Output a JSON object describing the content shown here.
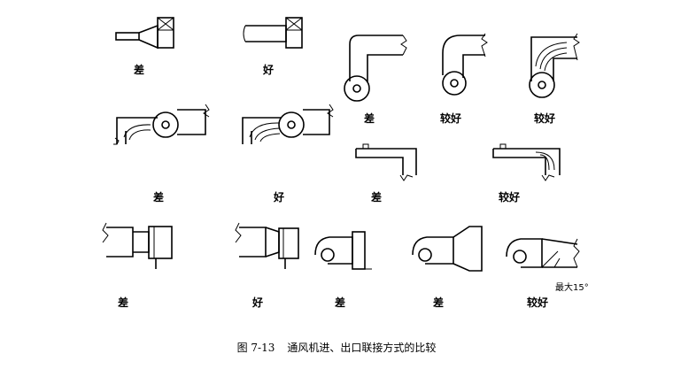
{
  "labels": {
    "a1": "差",
    "a2": "好",
    "b1": "差",
    "b2": "较好",
    "b3": "较好",
    "c1": "差",
    "c2": "好",
    "d1": "差",
    "d2": "较好",
    "e1": "差",
    "e2": "好",
    "e3": "差",
    "e4": "差",
    "e5": "较好"
  },
  "note": "最大15°",
  "caption": {
    "number": "图 7-13",
    "title": "通风机进、出口联接方式的比较"
  }
}
